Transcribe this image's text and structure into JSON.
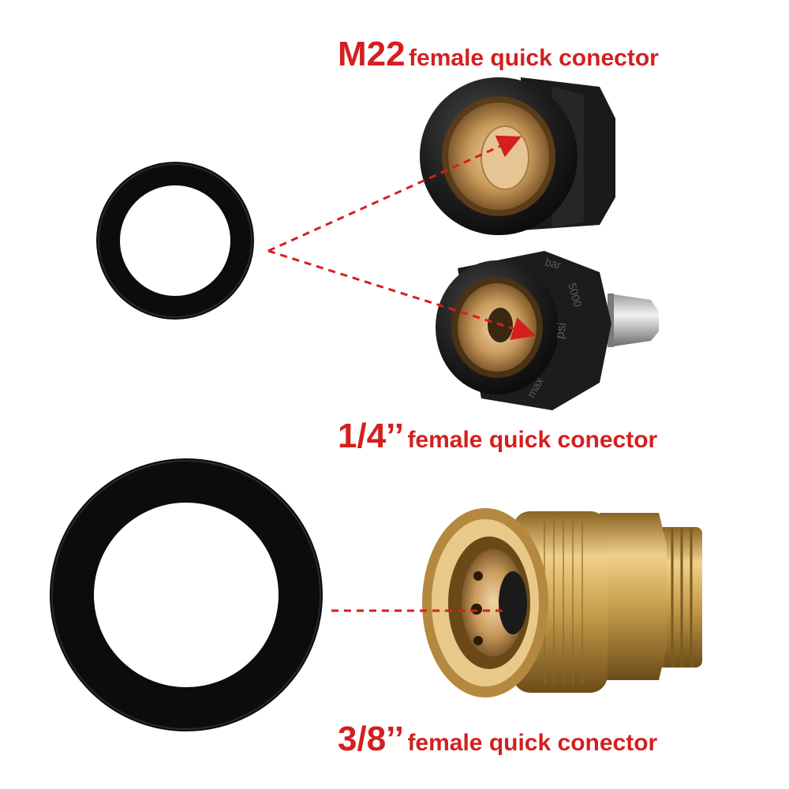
{
  "labels": {
    "m22": {
      "size": "M22",
      "text": "female quick conector"
    },
    "quarter": {
      "size": "1/4’’",
      "text": "female quick conector"
    },
    "threeeighths": {
      "size": "3/8’’",
      "text": "female quick conector"
    }
  },
  "coupler_markings": {
    "bar": "bar",
    "pressure": "5000",
    "psi": "psi",
    "max": "max"
  },
  "colors": {
    "label": "#d41f1f",
    "arrow": "#d41f1f",
    "oring": "#0c0c0c",
    "black_plastic": "#1a1a1a",
    "brass": "#c9a15a"
  }
}
